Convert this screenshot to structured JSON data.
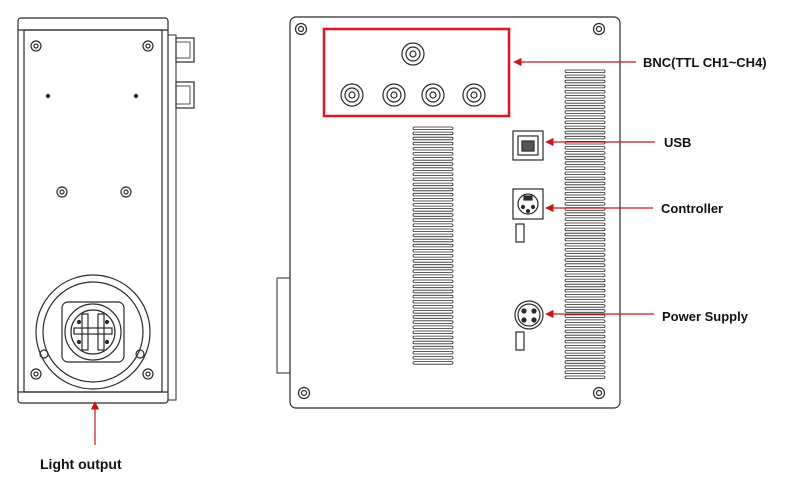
{
  "labels": {
    "bnc": "BNC(TTL CH1~CH4)",
    "usb": "USB",
    "controller": "Controller",
    "power": "Power Supply",
    "light_output": "Light output"
  },
  "colors": {
    "line": "#2a2a2a",
    "highlight": "#e0141e",
    "arrow": "#c8161d",
    "background": "#ffffff"
  },
  "icons": {
    "bnc_connector": "bnc-connector-icon",
    "usb_port": "usb-b-port-icon",
    "controller_port": "mini-din-port-icon",
    "power_port": "mini-din-port-icon",
    "screw": "screw-icon",
    "light_output": "light-guide-coupler-icon"
  }
}
